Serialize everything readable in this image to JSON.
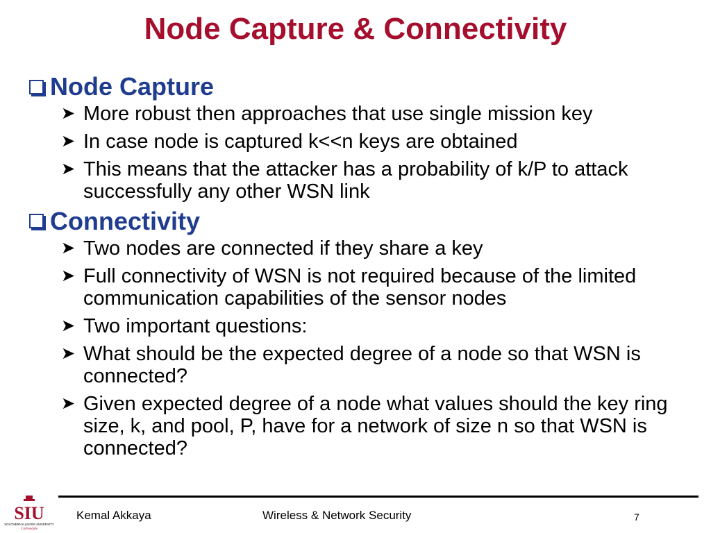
{
  "slide": {
    "title": "Node Capture & Connectivity",
    "sections": [
      {
        "heading": "Node Capture",
        "bullets": [
          "More robust then approaches that use single mission key",
          "In case node is captured k<<n keys are obtained",
          "This means that the attacker has a probability of k/P to attack successfully any other WSN link"
        ]
      },
      {
        "heading": "Connectivity",
        "bullets": [
          "Two nodes are connected if they share a key",
          "Full connectivity of WSN is not required because of the limited communication capabilities of the sensor nodes",
          "Two important questions:",
          "What should be the expected degree of a node so that WSN is connected?",
          "Given expected degree of a node what values should the key ring size, k, and pool, P, have for a network of size n so that WSN is connected?"
        ]
      }
    ]
  },
  "footer": {
    "author": "Kemal Akkaya",
    "course": "Wireless & Network Security",
    "page_number": "7",
    "logo_mark": "SIU",
    "logo_text_1": "SOUTHERN ILLINOIS UNIVERSITY",
    "logo_text_2": "Carbondale"
  },
  "colors": {
    "title": "#a50f2d",
    "heading": "#1f3c8f",
    "body_text": "#000000"
  },
  "icons": {
    "level1_bullet": "hollow-square-bullet-icon",
    "level2_bullet": "arrow-bullet-icon"
  }
}
